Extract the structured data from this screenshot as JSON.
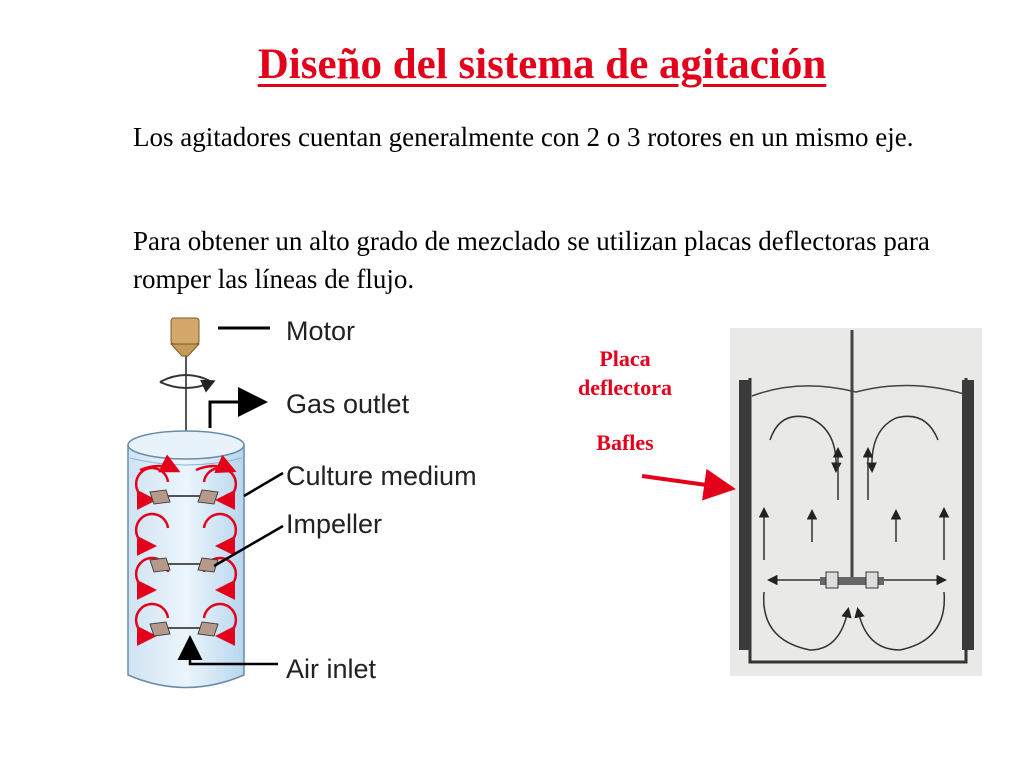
{
  "title": "Diseño del sistema de agitación",
  "paragraphs": [
    "Los agitadores cuentan generalmente con 2 o 3 rotores en un mismo eje.",
    "Para obtener un alto grado de mezclado se utilizan placas deflectoras para romper las líneas de flujo."
  ],
  "left_diagram": {
    "labels": {
      "motor": "Motor",
      "gas_outlet": "Gas outlet",
      "culture_medium": "Culture medium",
      "impeller": "Impeller",
      "air_inlet": "Air inlet"
    }
  },
  "right_diagram": {
    "label_line1": "Placa",
    "label_line2": "deflectora",
    "label_line3": "Bafles"
  },
  "colors": {
    "title": "#e3001b",
    "accent": "#e3001b",
    "vessel": "#b7d6ee"
  }
}
